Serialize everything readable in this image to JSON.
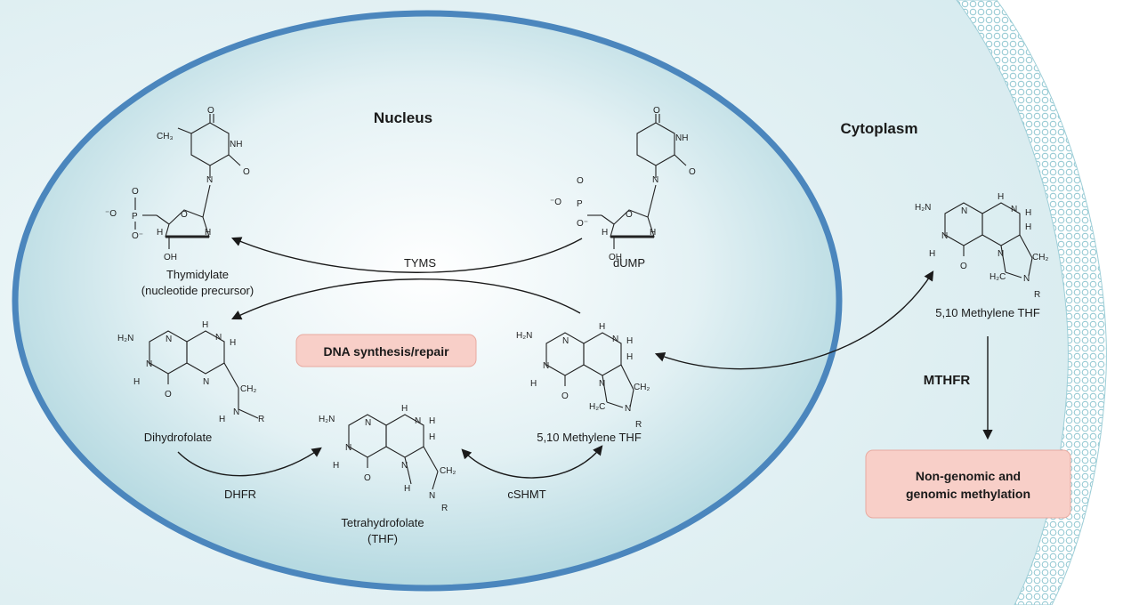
{
  "compartments": {
    "nucleus": "Nucleus",
    "cytoplasm": "Cytoplasm"
  },
  "compounds": {
    "thymidylate": {
      "name": "Thymidylate",
      "sub": "(nucleotide precursor)"
    },
    "dump": {
      "name": "dUMP"
    },
    "dihydrofolate": {
      "name": "Dihydrofolate"
    },
    "thf": {
      "name": "Tetrahydrofolate",
      "sub": "(THF)"
    },
    "methylene_nuc": {
      "name": "5,10 Methylene THF"
    },
    "methylene_cyto": {
      "name": "5,10 Methylene THF"
    }
  },
  "enzymes": {
    "tyms": "TYMS",
    "dhfr": "DHFR",
    "cshmt": "cSHMT",
    "mthfr": "MTHFR"
  },
  "boxes": {
    "dna": "DNA synthesis/repair",
    "methylation_line1": "Non-genomic and",
    "methylation_line2": "genomic methylation"
  },
  "atoms": {
    "O": "O",
    "N": "N",
    "NH": "NH",
    "H": "H",
    "R": "R",
    "P": "P",
    "OH": "OH",
    "H2N": "H₂N",
    "CH2": "CH₂",
    "H2C": "H₂C",
    "OM": "⁻O",
    "OM2": "O⁻",
    "CH3": "CH₃"
  },
  "colors": {
    "nucleus_fill_center": "#ffffff",
    "nucleus_fill_edge": "#aed7df",
    "nucleus_border": "#4b86bd",
    "cytoplasm_fill": "#e6f2f4",
    "membrane": "#9fcfd8",
    "box_fill": "#f8cfc8",
    "box_border": "#e8aaa0"
  }
}
